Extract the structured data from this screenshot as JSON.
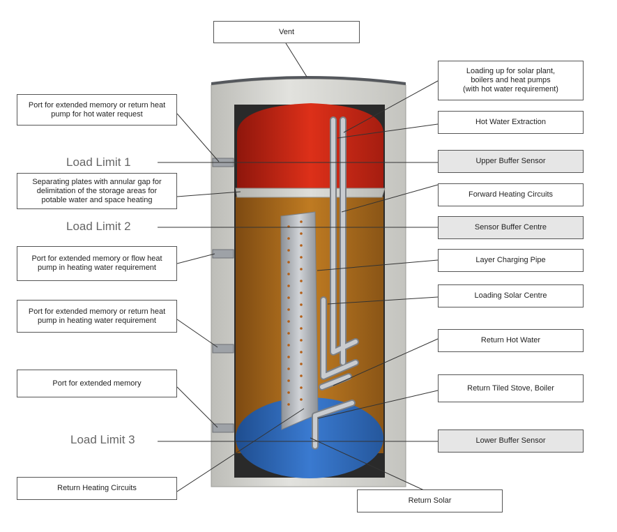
{
  "colors": {
    "hot_zone": "#d42a17",
    "mid_zone": "#b8701f",
    "cold_zone": "#2f6fc2",
    "casing": "#d7d7d3",
    "pipe": "#a8acb2",
    "line": "#444444",
    "sensor_box": "#e6e6e6"
  },
  "labels": {
    "vent": "Vent",
    "loading_up": "Loading up for solar plant,\nboilers and heat pumps\n(with hot water requirement)",
    "hot_water_extraction": "Hot Water Extraction",
    "upper_buffer_sensor": "Upper Buffer Sensor",
    "forward_heating_circuits": "Forward Heating Circuits",
    "sensor_buffer_centre": "Sensor Buffer Centre",
    "layer_charging_pipe": "Layer Charging Pipe",
    "loading_solar_centre": "Loading Solar Centre",
    "return_hot_water": "Return Hot Water",
    "return_tiled_stove": "Return Tiled Stove, Boiler",
    "lower_buffer_sensor": "Lower Buffer Sensor",
    "return_solar": "Return Solar",
    "port_return_hot_water_request": "Port for extended memory or return heat\npump for hot water request",
    "separating_plates": "Separating plates with annular gap for\ndelimitation of the storage areas for\npotable water and space heating",
    "port_flow_heat_pump": "Port for extended memory or flow heat\npump in heating water requirement",
    "port_return_heating_water": "Port for extended memory or return heat\npump in heating water requirement",
    "port_extended_memory": "Port for extended memory",
    "return_heating_circuits": "Return Heating Circuits"
  },
  "load_limits": {
    "limit1": "Load Limit 1",
    "limit2": "Load Limit 2",
    "limit3": "Load Limit 3"
  }
}
